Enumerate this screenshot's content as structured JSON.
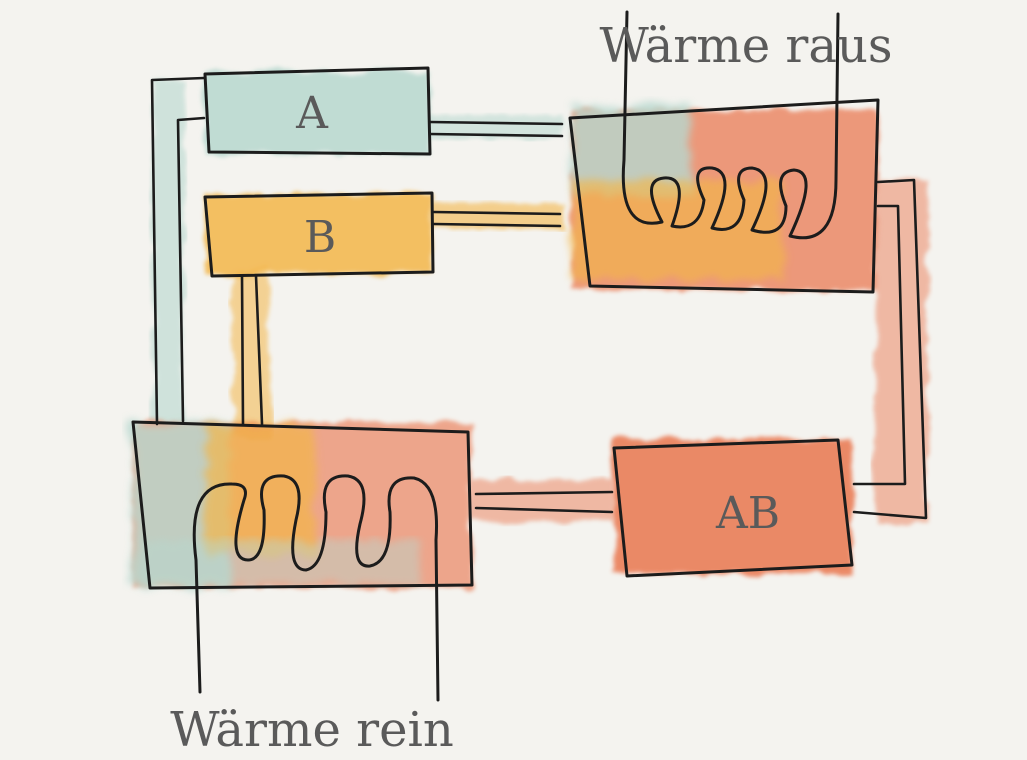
{
  "labels": {
    "heat_out": "Wärme raus",
    "heat_in": "Wärme rein",
    "tank_a": "A",
    "tank_b": "B",
    "tank_ab": "AB"
  },
  "colors": {
    "teal": "#b7d8cf",
    "yellow": "#f3b64a",
    "orange": "#e9724a",
    "ink": "#1c1c1c",
    "text": "#5a5a5a",
    "paper": "#f4f3ef"
  }
}
